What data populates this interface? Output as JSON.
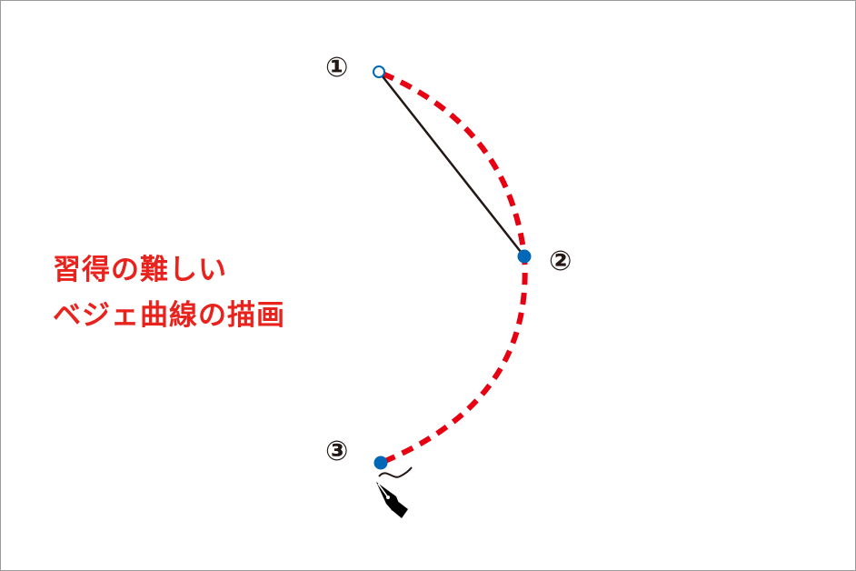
{
  "caption": {
    "line1": "習得の難しい",
    "line2": "ベジェ曲線の描画"
  },
  "points": [
    {
      "label": "①"
    },
    {
      "label": "②"
    },
    {
      "label": "③"
    }
  ],
  "colors": {
    "curve": "#e60012",
    "anchor": "#0068b7",
    "handle": "#231815",
    "text": "#e8231e"
  }
}
